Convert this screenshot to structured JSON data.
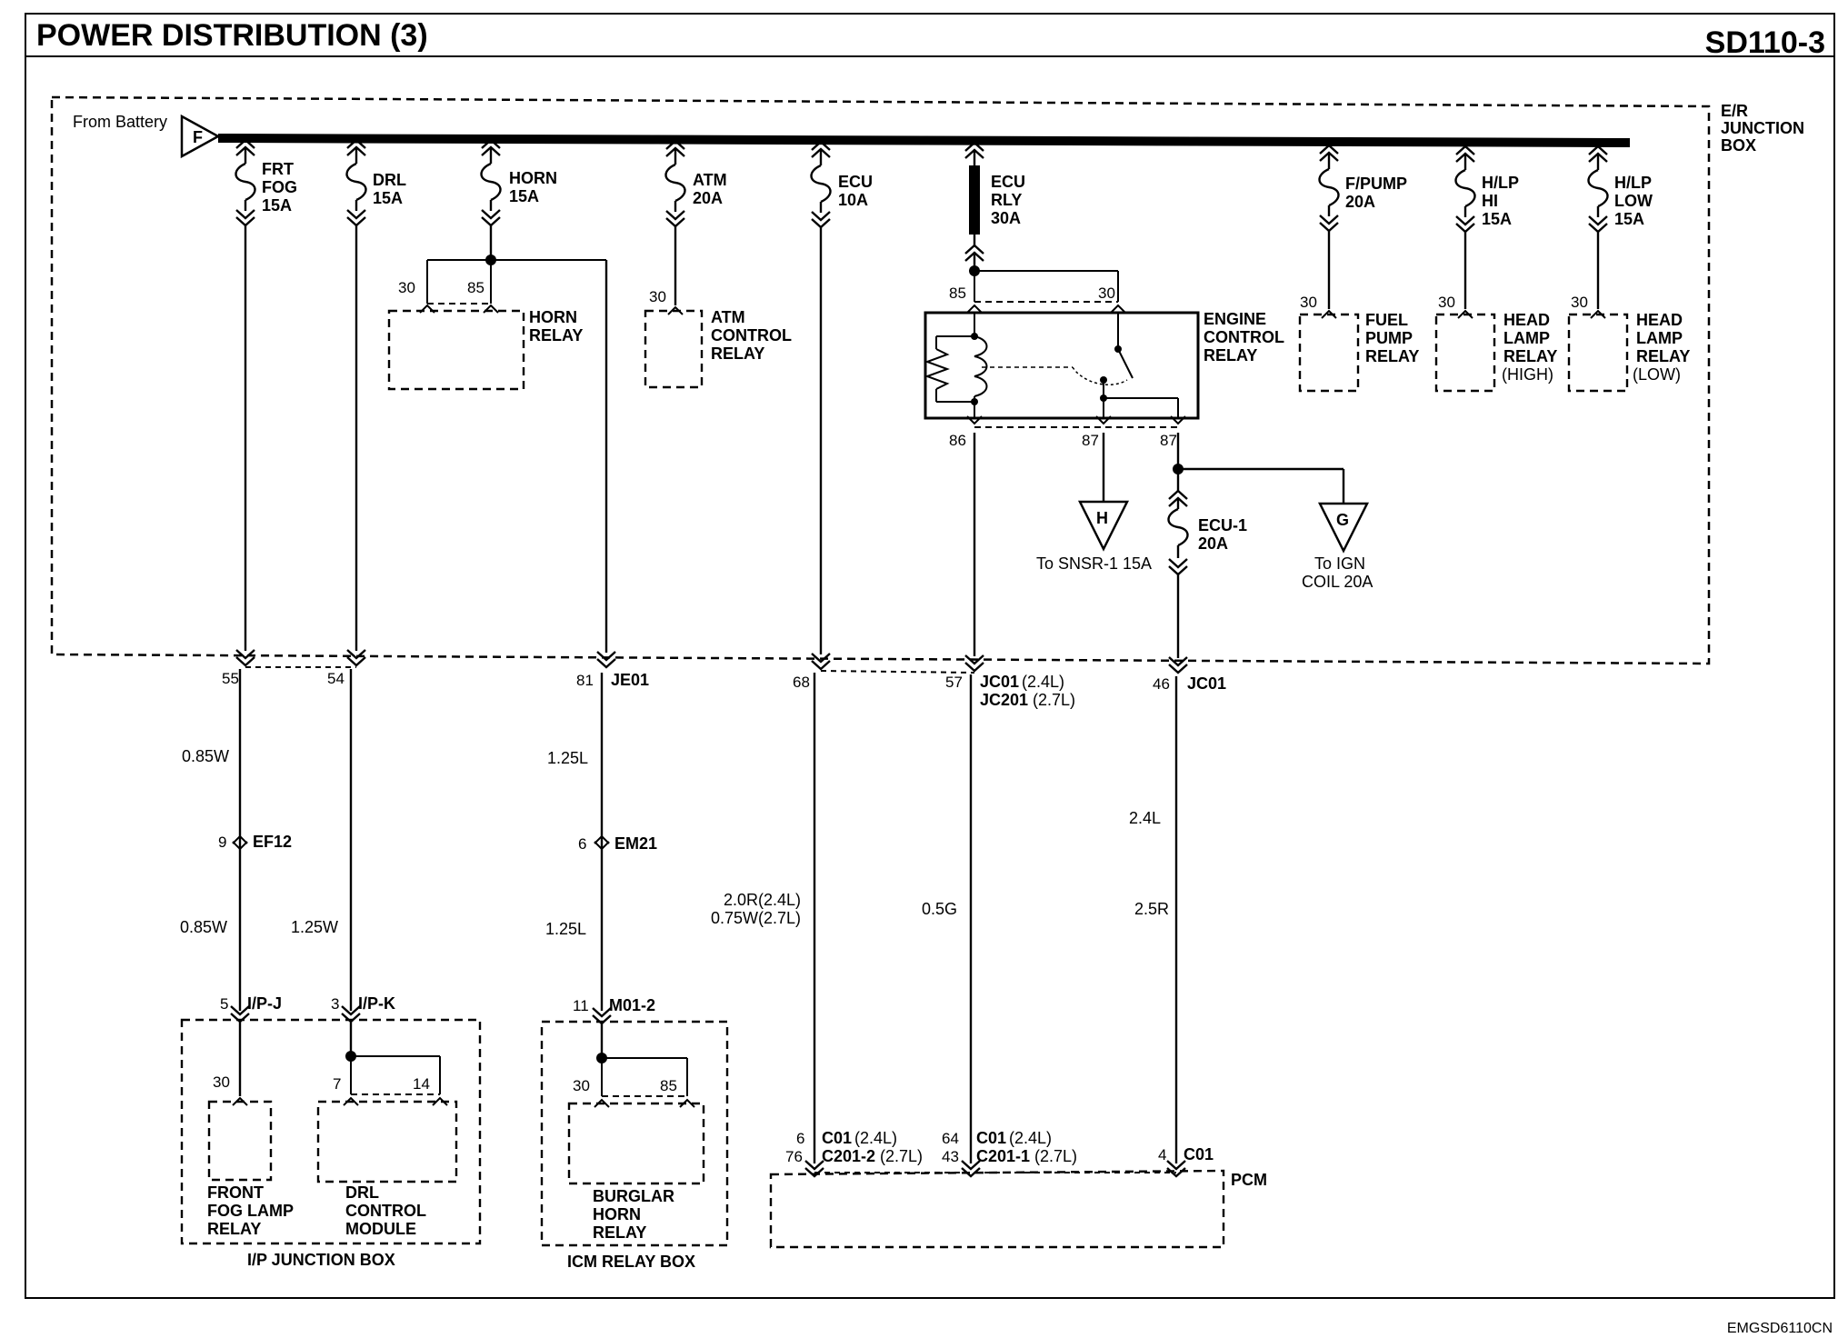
{
  "header": {
    "title": "POWER DISTRIBUTION (3)",
    "code": "SD110-3"
  },
  "footer": {
    "doc_code": "EMGSD6110CN"
  },
  "er_box": {
    "name": [
      "E/R",
      "JUNCTION",
      "BOX"
    ]
  },
  "battery": {
    "label": "From Battery",
    "connector": "F"
  },
  "fuses": [
    {
      "lines": [
        "FRT",
        "FOG",
        "15A"
      ]
    },
    {
      "lines": [
        "DRL",
        "15A"
      ]
    },
    {
      "lines": [
        "HORN",
        "15A"
      ]
    },
    {
      "lines": [
        "ATM",
        "20A"
      ]
    },
    {
      "lines": [
        "ECU",
        "10A"
      ]
    },
    {
      "lines": [
        "ECU",
        "RLY",
        "30A"
      ]
    },
    {
      "lines": [
        "F/PUMP",
        "20A"
      ]
    },
    {
      "lines": [
        "H/LP",
        "HI",
        "15A"
      ]
    },
    {
      "lines": [
        "H/LP",
        "LOW",
        "15A"
      ]
    }
  ],
  "ecu1_fuse": {
    "lines": [
      "ECU-1",
      "20A"
    ]
  },
  "relays": {
    "horn": {
      "lines": [
        "HORN",
        "RELAY"
      ],
      "pin_a": "30",
      "pin_b": "85"
    },
    "atm": {
      "lines": [
        "ATM",
        "CONTROL",
        "RELAY"
      ],
      "pin": "30"
    },
    "engine": {
      "lines": [
        "ENGINE",
        "CONTROL",
        "RELAY"
      ],
      "pin85": "85",
      "pin30": "30",
      "pin86": "86",
      "pin87a": "87",
      "pin87b": "87"
    },
    "fuel_pump": {
      "lines": [
        "FUEL",
        "PUMP",
        "RELAY"
      ],
      "pin": "30"
    },
    "head_high": {
      "lines": [
        "HEAD",
        "LAMP",
        "RELAY",
        "(HIGH)"
      ],
      "pin": "30"
    },
    "head_low": {
      "lines": [
        "HEAD",
        "LAMP",
        "RELAY",
        "(LOW)"
      ],
      "pin": "30"
    }
  },
  "outputs": {
    "h": {
      "connector": "H",
      "label": "To SNSR-1 15A"
    },
    "g": {
      "connector": "G",
      "label": [
        "To IGN",
        "COIL 20A"
      ]
    }
  },
  "connectors": {
    "c55": {
      "pin": "55"
    },
    "c54": {
      "pin": "54"
    },
    "c81": {
      "pin": "81",
      "name": "JE01"
    },
    "c68": {
      "pin": "68"
    },
    "c57": {
      "pin": "57",
      "name_a": "JC01",
      "note_a": "(2.4L)",
      "name_b": "JC201",
      "note_b": "(2.7L)"
    },
    "c46": {
      "pin": "46",
      "name": "JC01"
    },
    "ef12": {
      "pin": "9",
      "name": "EF12"
    },
    "em21": {
      "pin": "6",
      "name": "EM21"
    },
    "ipj": {
      "pin": "5",
      "name": "I/P-J"
    },
    "ipk": {
      "pin": "3",
      "name": "I/P-K"
    },
    "m012": {
      "pin": "11",
      "name": "M01-2"
    }
  },
  "wires": {
    "w1a": "0.85W",
    "w1b": "0.85W",
    "w2": "1.25W",
    "w3a": "1.25L",
    "w3b": "1.25L",
    "w4a": "2.0R(2.4L)",
    "w4b": "0.75W(2.7L)",
    "w5": "0.5G",
    "w6a": "2.4L",
    "w6b": "2.5R"
  },
  "ip_box": {
    "name": "I/P JUNCTION BOX",
    "front_fog": {
      "pin": "30",
      "lines": [
        "FRONT",
        "FOG LAMP",
        "RELAY"
      ]
    },
    "drl": {
      "pin_a": "7",
      "pin_b": "14",
      "lines": [
        "DRL",
        "CONTROL",
        "MODULE"
      ]
    }
  },
  "icm_box": {
    "name": "ICM RELAY BOX",
    "burglar": {
      "pin_a": "30",
      "pin_b": "85",
      "lines": [
        "BURGLAR",
        "HORN",
        "RELAY"
      ]
    }
  },
  "pcm": {
    "name": "PCM",
    "p1": {
      "pin_a": "6",
      "pin_b": "76",
      "name_a": "C01",
      "note_a": "(2.4L)",
      "name_b": "C201-2",
      "note_b": "(2.7L)"
    },
    "p2": {
      "pin_a": "64",
      "pin_b": "43",
      "name_a": "C01",
      "note_a": "(2.4L)",
      "name_b": "C201-1",
      "note_b": "(2.7L)"
    },
    "p3": {
      "pin": "4",
      "name": "C01"
    }
  }
}
